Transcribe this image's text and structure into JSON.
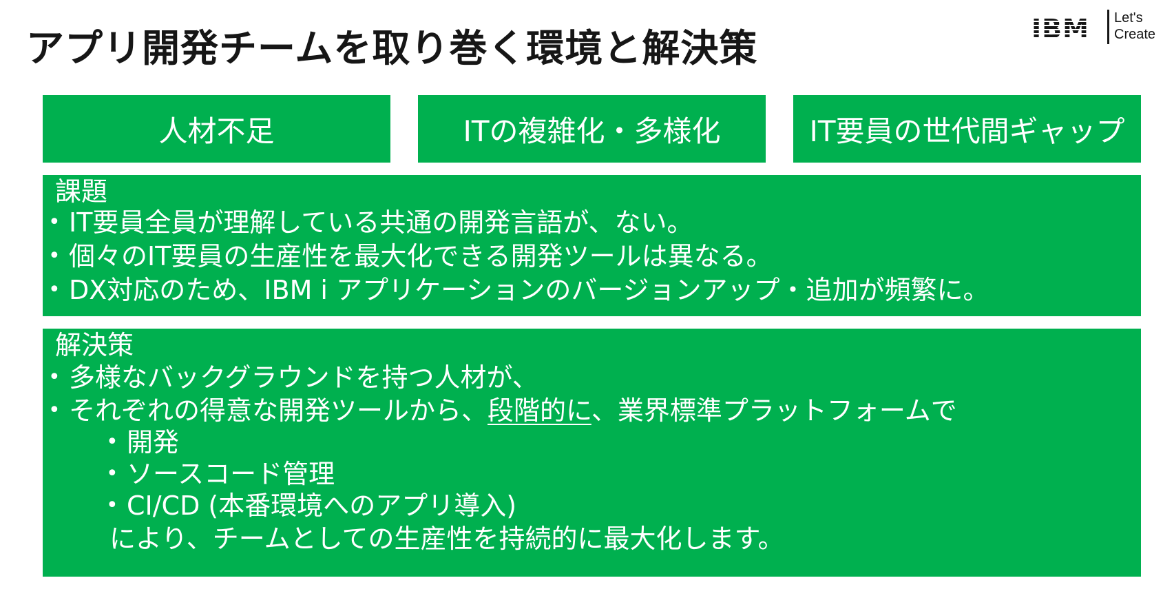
{
  "slide": {
    "title": "アプリ開発チームを取り巻く環境と解決策"
  },
  "logo": {
    "brand": "IBM",
    "tagline_line1": "Let's",
    "tagline_line2": "Create"
  },
  "top_boxes": [
    {
      "label": "人材不足"
    },
    {
      "label": "ITの複雑化・多様化"
    },
    {
      "label": "IT要員の世代間ギャップ"
    }
  ],
  "challenges": {
    "heading": "課題",
    "items": [
      "IT要員全員が理解している共通の開発言語が、ない。",
      "個々のIT要員の生産性を最大化できる開発ツールは異なる。",
      "DX対応のため、IBM i アプリケーションのバージョンアップ・追加が頻繁に。"
    ]
  },
  "solutions": {
    "heading": "解決策",
    "item1": "多様なバックグラウンドを持つ人材が、",
    "item2_prefix": "それぞれの得意な開発ツールから、",
    "item2_underlined": "段階的に",
    "item2_suffix": "、業界標準プラットフォームで",
    "sub_items": [
      "開発",
      "ソースコード管理",
      "CI/CD (本番環境へのアプリ導入)"
    ],
    "conclusion": "により、チームとしての生産性を持続的に最大化します。"
  },
  "bullet_glyph": "•",
  "colors": {
    "accent_green": "#00b04f",
    "text_dark": "#161616",
    "text_light": "#ffffff"
  }
}
